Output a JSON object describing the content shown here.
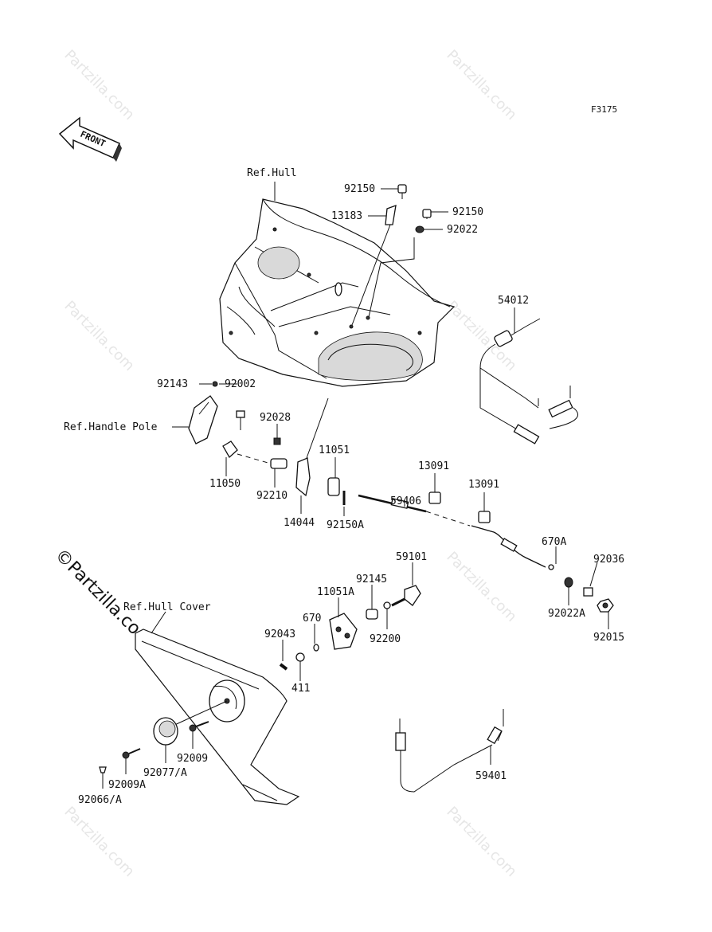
{
  "watermark": {
    "site": "Partzilla.com",
    "copyright_prefix": "©",
    "main_text": "Partzilla.com"
  },
  "diagram": {
    "code": "F3175",
    "front_label": "FRONT",
    "refs": {
      "hull": "Ref.Hull",
      "handle_pole": "Ref.Handle Pole",
      "hull_cover": "Ref.Hull Cover"
    },
    "parts": {
      "p92150_top": "92150",
      "p13183": "13183",
      "p92150_right": "92150",
      "p92022": "92022",
      "p54012": "54012",
      "p92143": "92143",
      "p92002": "92002",
      "p92028": "92028",
      "p11051": "11051",
      "p13091_a": "13091",
      "p59406": "59406",
      "p13091_b": "13091",
      "p11050": "11050",
      "p92210": "92210",
      "p14044": "14044",
      "p92150A": "92150A",
      "p670A": "670A",
      "p92036": "92036",
      "p59101": "59101",
      "p92145": "92145",
      "p11051A": "11051A",
      "p92022A": "92022A",
      "p670": "670",
      "p92200": "92200",
      "p92015": "92015",
      "p92043": "92043",
      "p411": "411",
      "p92009": "92009",
      "p92077A": "92077/A",
      "p92009A": "92009A",
      "p92066A": "92066/A",
      "p59401": "59401"
    }
  }
}
